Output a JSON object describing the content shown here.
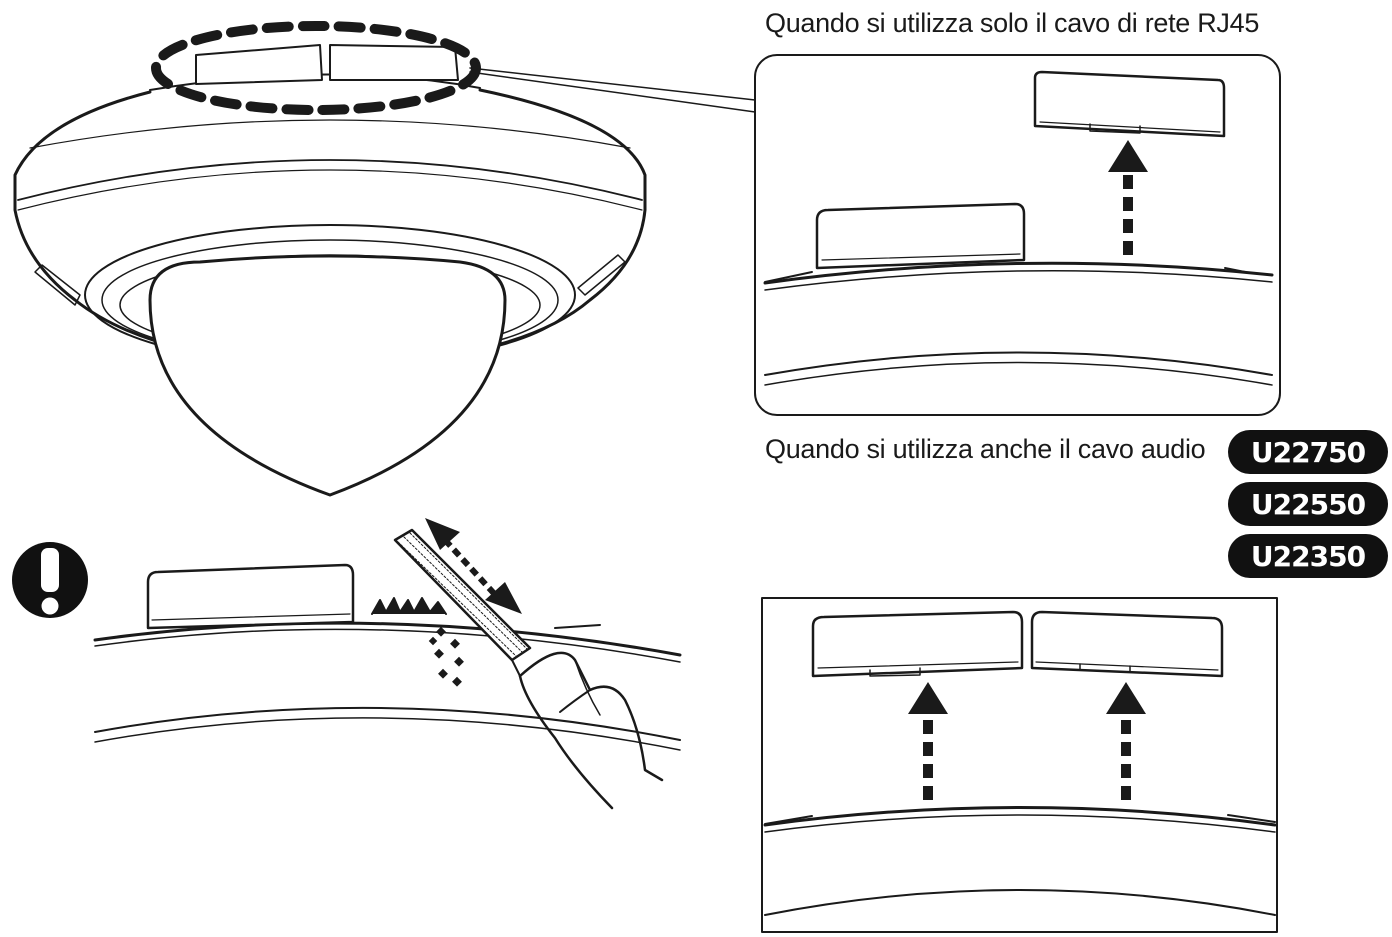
{
  "labels": {
    "rj45_only": "Quando si utilizza solo il cavo di rete RJ45",
    "with_audio": "Quando si utilizza anche il cavo audio"
  },
  "models": [
    "U22750",
    "U22550",
    "U22350"
  ],
  "icons": {
    "warning": "exclamation-icon",
    "up_arrow": "dashed-up-arrow-icon",
    "file_motion": "double-arrow-icon"
  },
  "colors": {
    "line": "#1a1a1a",
    "badge": "#111111",
    "badge_text": "#ffffff"
  }
}
